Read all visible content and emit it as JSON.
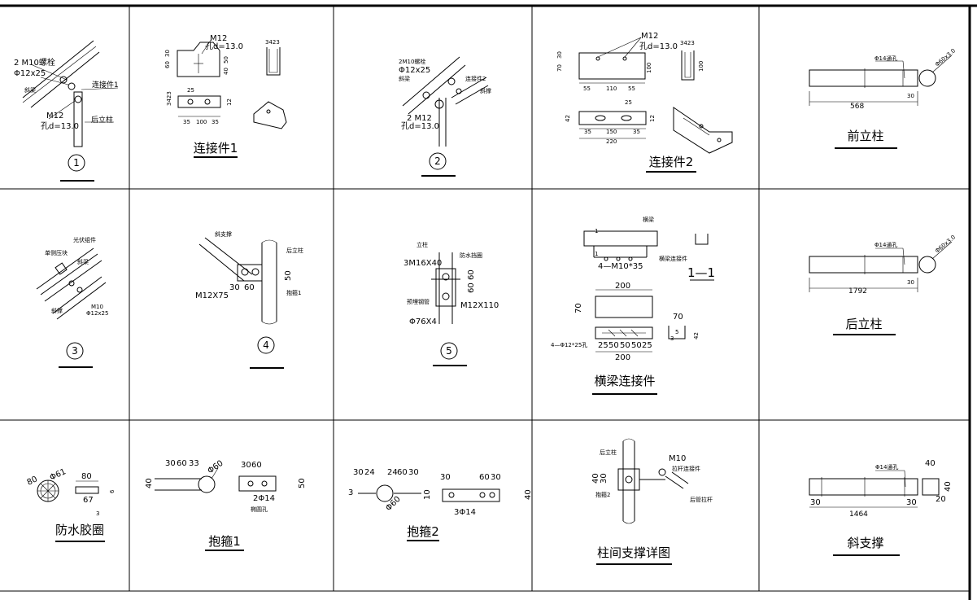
{
  "cells": {
    "c1": {
      "num": "1",
      "a": "2 M10螺栓",
      "b": "Φ12x25",
      "c": "斜梁",
      "d": "连接件1",
      "e": "M12",
      "f": "孔d=13.0",
      "g": "后立柱"
    },
    "c2": {
      "title": "连接件1",
      "m12": "M12",
      "hole": "孔d=13.0",
      "d60": "60",
      "d30": "30",
      "d50": "50",
      "d40": "40",
      "d25": "25",
      "d342": "3423",
      "d12": "12",
      "dims": [
        "35",
        "100",
        "35"
      ],
      "dv": "3423"
    },
    "c3": {
      "num": "2",
      "a": "2M10螺栓",
      "b": "Φ12x25",
      "c": "斜梁",
      "d": "连接件2",
      "e": "斜撑",
      "f": "2 M12",
      "g": "孔d=13.0"
    },
    "c4": {
      "title": "连接件2",
      "m12": "M12",
      "hole": "孔d=13.0",
      "d70": "70",
      "d30": "30",
      "d100": "100",
      "d342": "3423",
      "d100b": "100",
      "top": [
        "55",
        "110",
        "55"
      ],
      "d25": "25",
      "d42": "42",
      "d12": "12",
      "bot": [
        "35",
        "150",
        "35"
      ],
      "tot": "220"
    },
    "c5": {
      "title": "前立柱",
      "hole": "Φ14通孔",
      "pipe": "Φ60x3.0",
      "len": "568",
      "d30": "30"
    },
    "c6": {
      "num": "3",
      "a": "光伏组件",
      "b": "单侧压块",
      "c": "斜梁",
      "d": "M10",
      "e": "Φ12x25",
      "f": "斜撑"
    },
    "c7": {
      "num": "4",
      "a": "斜支撑",
      "b": "后立柱",
      "c": "M12X75",
      "d": "30",
      "e": "60",
      "f": "50",
      "g": "抱箍1"
    },
    "c8": {
      "num": "5",
      "a": "立柱",
      "b": "防水挡圈",
      "c": "3M16X40",
      "d": "预埋钢管",
      "e": "M12X110",
      "f": "Φ76X4",
      "g": "60",
      "h": "60"
    },
    "c9": {
      "title": "横梁连接件",
      "a": "横梁",
      "b": "横梁连接件",
      "c": "4—M10*35",
      "sec": "1—1",
      "m1": "1",
      "m2": "1",
      "w200": "200",
      "h70": "70",
      "w70": "70",
      "h42": "42",
      "h5": "5",
      "h3": "3",
      "holes": "4—Φ12*25孔",
      "dims": [
        "25",
        "50",
        "50",
        "50",
        "25"
      ],
      "w200b": "200"
    },
    "c10": {
      "title": "后立柱",
      "hole": "Φ14通孔",
      "pipe": "Φ60x3.0",
      "len": "1792",
      "d30": "30"
    },
    "c11": {
      "title": "防水胶圈",
      "d80": "80",
      "d61": "Φ61",
      "w80": "80",
      "w67": "67",
      "h6": "6",
      "h3": "3"
    },
    "c12": {
      "title": "抱箍1",
      "top": [
        "30",
        "60",
        "33"
      ],
      "dia": "Φ60",
      "h40": "40",
      "top2": [
        "30",
        "60"
      ],
      "holes": "2Φ14",
      "slot": "椭圆孔",
      "h50": "50"
    },
    "c13": {
      "title": "抱箍2",
      "top": [
        "30",
        "24",
        "24",
        "60",
        "30"
      ],
      "dia": "Φ60",
      "h3": "3",
      "h10": "10",
      "top2": [
        "30",
        "60",
        "30"
      ],
      "holes": "3Φ14",
      "h40": "40"
    },
    "c14": {
      "title": "柱间支撑详图",
      "a": "后立柱",
      "b": "M10",
      "c": "拉杆连接件",
      "d": "抱箍2",
      "e": "后管拉杆",
      "h40": "40",
      "h30": "30"
    },
    "c15": {
      "title": "斜支撑",
      "hole": "Φ14通孔",
      "w40": "40",
      "h40": "40",
      "d30a": "30",
      "d30b": "30",
      "len": "1464",
      "d20": "20"
    }
  }
}
